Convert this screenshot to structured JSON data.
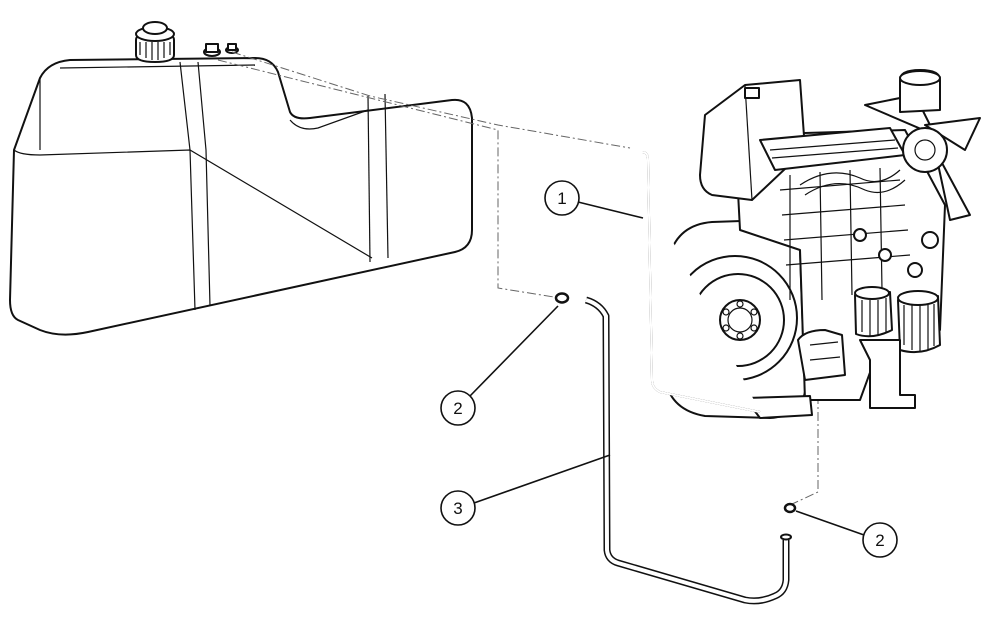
{
  "callouts": [
    {
      "id": "c1",
      "label": "1"
    },
    {
      "id": "c2a",
      "label": "2"
    },
    {
      "id": "c3",
      "label": "3"
    },
    {
      "id": "c2b",
      "label": "2"
    }
  ]
}
